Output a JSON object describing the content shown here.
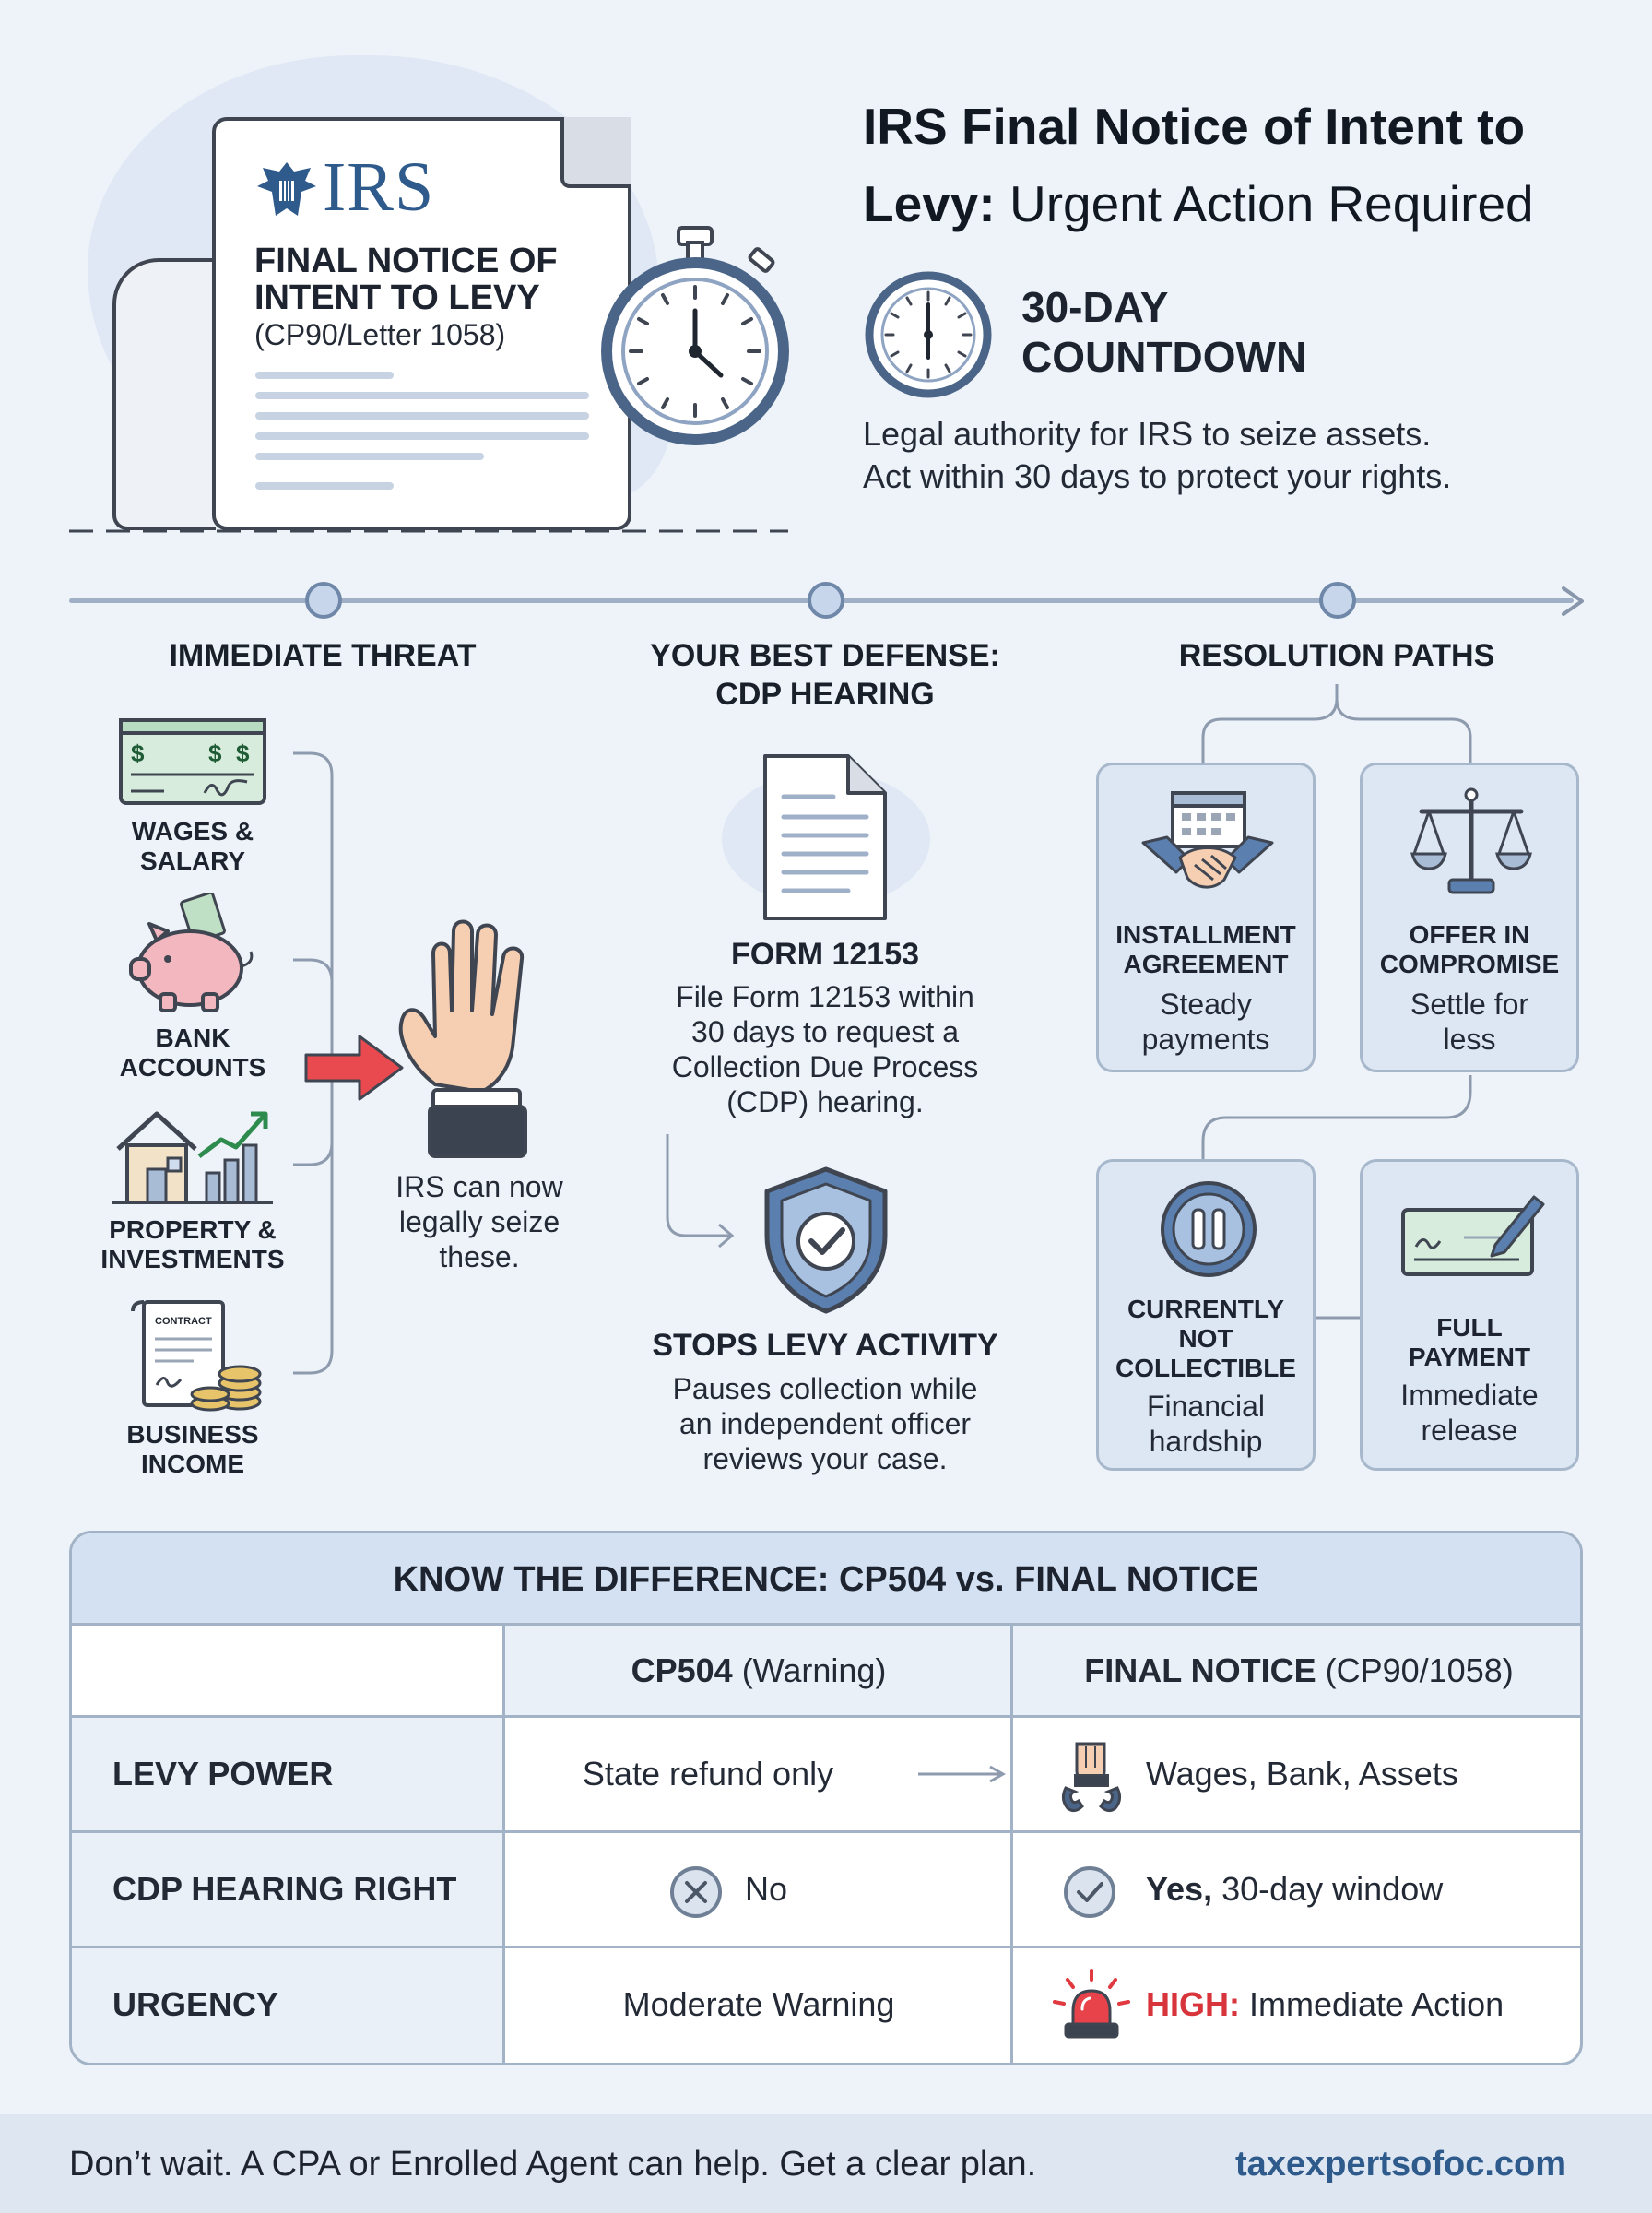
{
  "document": {
    "logo_text": "IRS",
    "notice_title_line1": "FINAL NOTICE OF",
    "notice_title_line2": "INTENT TO LEVY",
    "notice_code": "(CP90/Letter 1058)"
  },
  "header": {
    "title_bold_1": "IRS Final Notice of Intent to",
    "title_bold_2": "Levy:",
    "title_regular": " Urgent Action Required",
    "countdown_line1": "30-DAY",
    "countdown_line2": "COUNTDOWN",
    "subtitle_line1": "Legal authority for IRS to seize assets.",
    "subtitle_line2": "Act within 30 days to protect your rights."
  },
  "threat": {
    "heading": "IMMEDIATE THREAT",
    "items": [
      {
        "line1": "WAGES &",
        "line2": "SALARY",
        "icon": "paycheck-icon"
      },
      {
        "line1": "BANK",
        "line2": "ACCOUNTS",
        "icon": "piggy-bank-icon"
      },
      {
        "line1": "PROPERTY &",
        "line2": "INVESTMENTS",
        "icon": "house-chart-icon"
      },
      {
        "line1": "BUSINESS",
        "line2": "INCOME",
        "icon": "contract-coins-icon"
      }
    ],
    "contract_label": "CONTRACT",
    "seize_line1": "IRS can now",
    "seize_line2": "legally seize",
    "seize_line3": "these."
  },
  "defense": {
    "heading_line1": "YOUR BEST DEFENSE:",
    "heading_line2": "CDP HEARING",
    "form_title": "FORM 12153",
    "form_line1": "File Form 12153 within",
    "form_line2": "30 days to request a",
    "form_line3": "Collection Due Process",
    "form_line4": "(CDP) hearing.",
    "stops_title": "STOPS LEVY ACTIVITY",
    "stops_line1": "Pauses collection while",
    "stops_line2": "an independent officer",
    "stops_line3": "reviews your case."
  },
  "resolution": {
    "heading": "RESOLUTION PATHS",
    "cards": [
      {
        "title1": "INSTALLMENT",
        "title2": "AGREEMENT",
        "sub1": "Steady",
        "sub2": "payments"
      },
      {
        "title1": "OFFER IN",
        "title2": "COMPROMISE",
        "sub1": "Settle for",
        "sub2": "less"
      },
      {
        "title1": "CURRENTLY",
        "title2": "NOT",
        "title3": "COLLECTIBLE",
        "sub1": "Financial",
        "sub2": "hardship"
      },
      {
        "title1": "FULL",
        "title2": "PAYMENT",
        "sub1": "Immediate",
        "sub2": "release"
      }
    ]
  },
  "comparison": {
    "title": "KNOW THE DIFFERENCE: CP504 vs. FINAL NOTICE",
    "col1_bold": "CP504",
    "col1_rest": " (Warning)",
    "col2_bold": "FINAL NOTICE",
    "col2_rest": " (CP90/1058)",
    "rows": [
      {
        "label": "LEVY POWER",
        "cp504": "State refund only",
        "final": "Wages, Bank, Assets"
      },
      {
        "label": "CDP HEARING RIGHT",
        "cp504": "No",
        "final_bold": "Yes,",
        "final": " 30-day window"
      },
      {
        "label": "URGENCY",
        "cp504": "Moderate Warning",
        "final_bold": "HIGH:",
        "final": " Immediate Action"
      }
    ]
  },
  "footer": {
    "message": "Don’t wait. A CPA or Enrolled Agent can help. Get a clear plan.",
    "website": "taxexpertsofoc.com"
  },
  "colors": {
    "background": "#eef3f9",
    "accent_blue": "#2f5b8c",
    "urgent_red": "#d8343c",
    "card_fill": "#dde7f3"
  }
}
